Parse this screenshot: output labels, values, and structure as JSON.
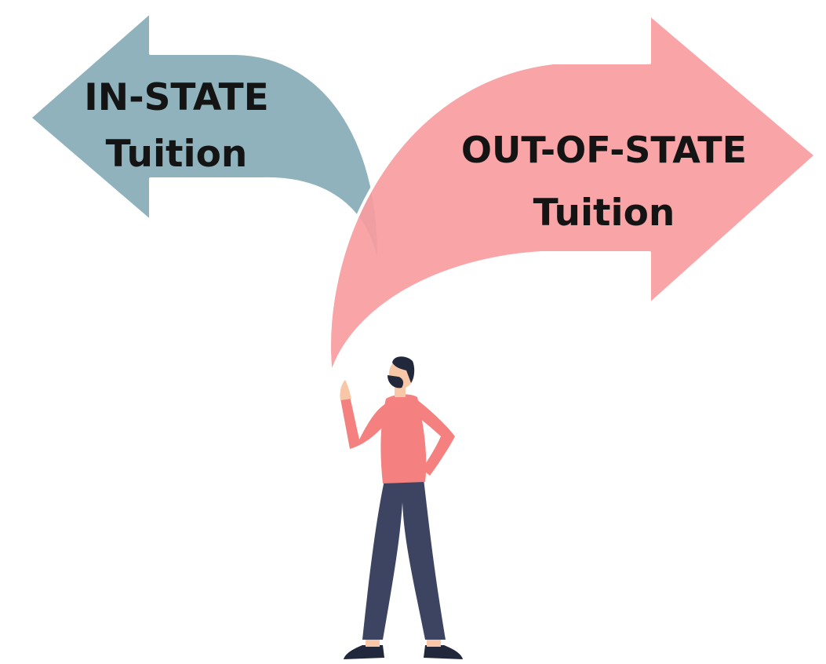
{
  "left_arrow": {
    "line1": "IN-STATE",
    "line2": "Tuition",
    "color": "#8fb2bd"
  },
  "right_arrow": {
    "line1": "OUT-OF-STATE",
    "line2": "Tuition",
    "color": "#f99c9f"
  },
  "person": {
    "shirt_color": "#f4807f",
    "pants_color": "#3d4462",
    "skin_color": "#f7c7a7",
    "hair_color": "#22283c"
  }
}
